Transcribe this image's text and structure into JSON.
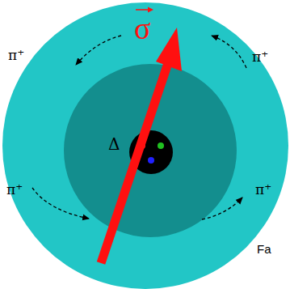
{
  "diagram": {
    "labels": [
      "σ",
      "π⁺",
      "π⁺",
      "π⁺",
      "π⁺",
      "Δ",
      "Fa"
    ]
  }
}
